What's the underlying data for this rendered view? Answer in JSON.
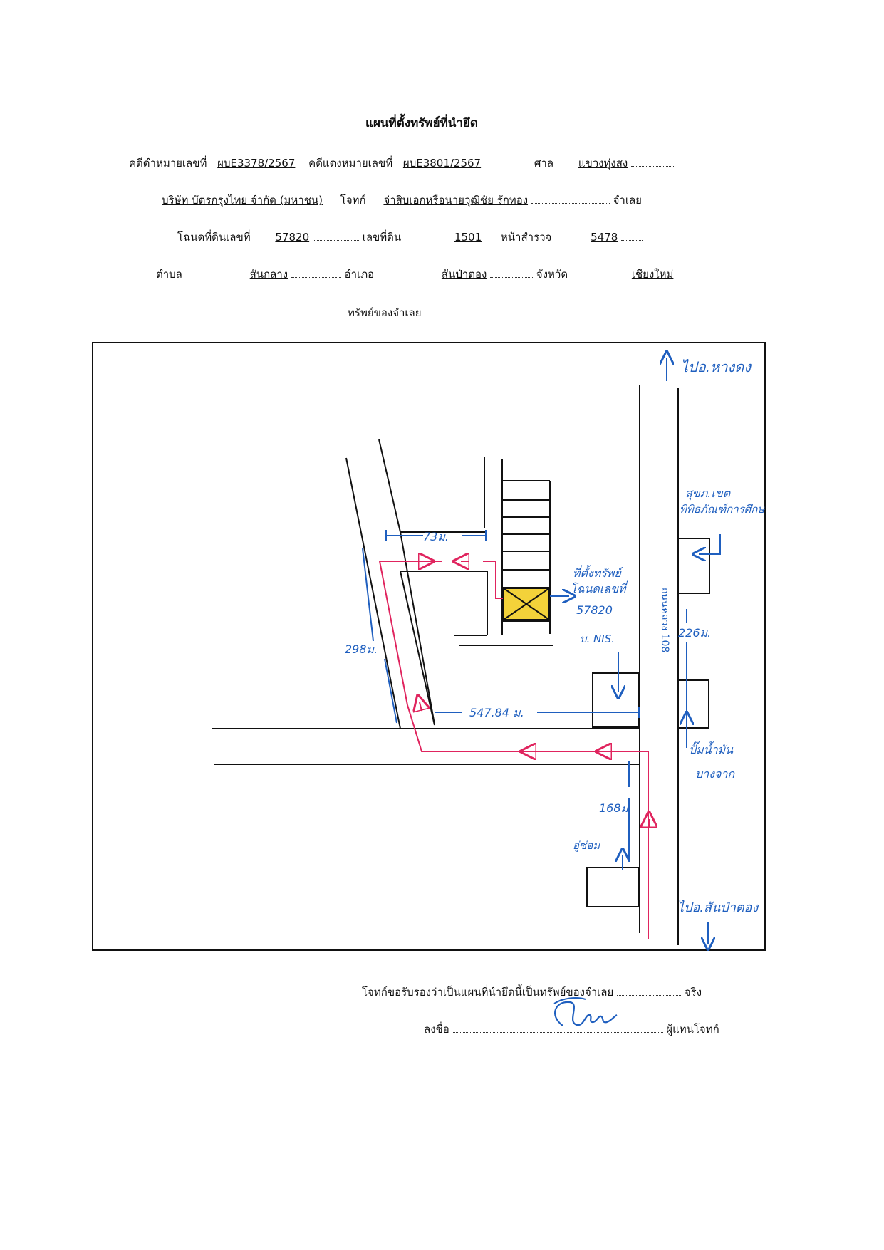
{
  "header": {
    "title": "แผนที่ตั้งทรัพย์ที่นำยึด",
    "black_case_label": "คดีดำหมายเลขที่",
    "black_case_no": "ผบE3378/2567",
    "red_case_label": "คดีแดงหมายเลขที่",
    "red_case_no": "ผบE3801/2567",
    "court_label": "ศาล",
    "court": "แขวงทุ่งสง",
    "plaintiff": "บริษัท บัตรกรุงไทย จำกัด (มหาชน)",
    "plaintiff_label": "โจทก์",
    "defendant": "จ่าสิบเอกหรือนายวุฒิชัย  รักทอง",
    "defendant_label": "จำเลย",
    "deed_label": "โฉนดที่ดินเลขที่",
    "deed_no": "57820",
    "land_no_label": "เลขที่ดิน",
    "land_no": "1501",
    "survey_label": "หน้าสำรวจ",
    "survey_no": "5478",
    "subdistrict_label": "ตำบล",
    "subdistrict": "สันกลาง",
    "district_label": "อำเภอ",
    "district": "สันป่าตอง",
    "province_label": "จังหวัด",
    "province": "เชียงใหม่",
    "property_label": "ทรัพย์ของจำเลย"
  },
  "map": {
    "to_north": "ไปอ.หางดง",
    "to_south": "ไปอ.สันป่าตอง",
    "road_name": "ถนนหลวง 108",
    "health_center": "สุขภ.เขต",
    "museum": "พิพิธภัณฑ์การศึกษาฯ",
    "dist_73": "73ม.",
    "dist_298": "298ม.",
    "dist_547": "547.84 ม.",
    "dist_226": "226ม.",
    "dist_168": "168ม",
    "property_location": "ที่ตั้งทรัพย์",
    "deed_text": "โฉนดเลขที่",
    "deed_no": "57820",
    "house_label": "บ. NIS.",
    "gas_station": "ปั๊มน้ำมัน",
    "bangchak": "บางจาก",
    "garage": "อู่ซ่อม"
  },
  "footer": {
    "certify_text": "โจทก์ขอรับรองว่าเป็นแผนที่นำยึดนี้เป็นทรัพย์ของจำเลย",
    "certify_end": "จริง",
    "sign_label": "ลงชื่อ",
    "sign_suffix": "ผู้แทนโจทก์"
  },
  "colors": {
    "ink": "#111111",
    "handwriting": "#1f5fbf",
    "route": "#e0245e",
    "highlight": "#f3d23a"
  }
}
